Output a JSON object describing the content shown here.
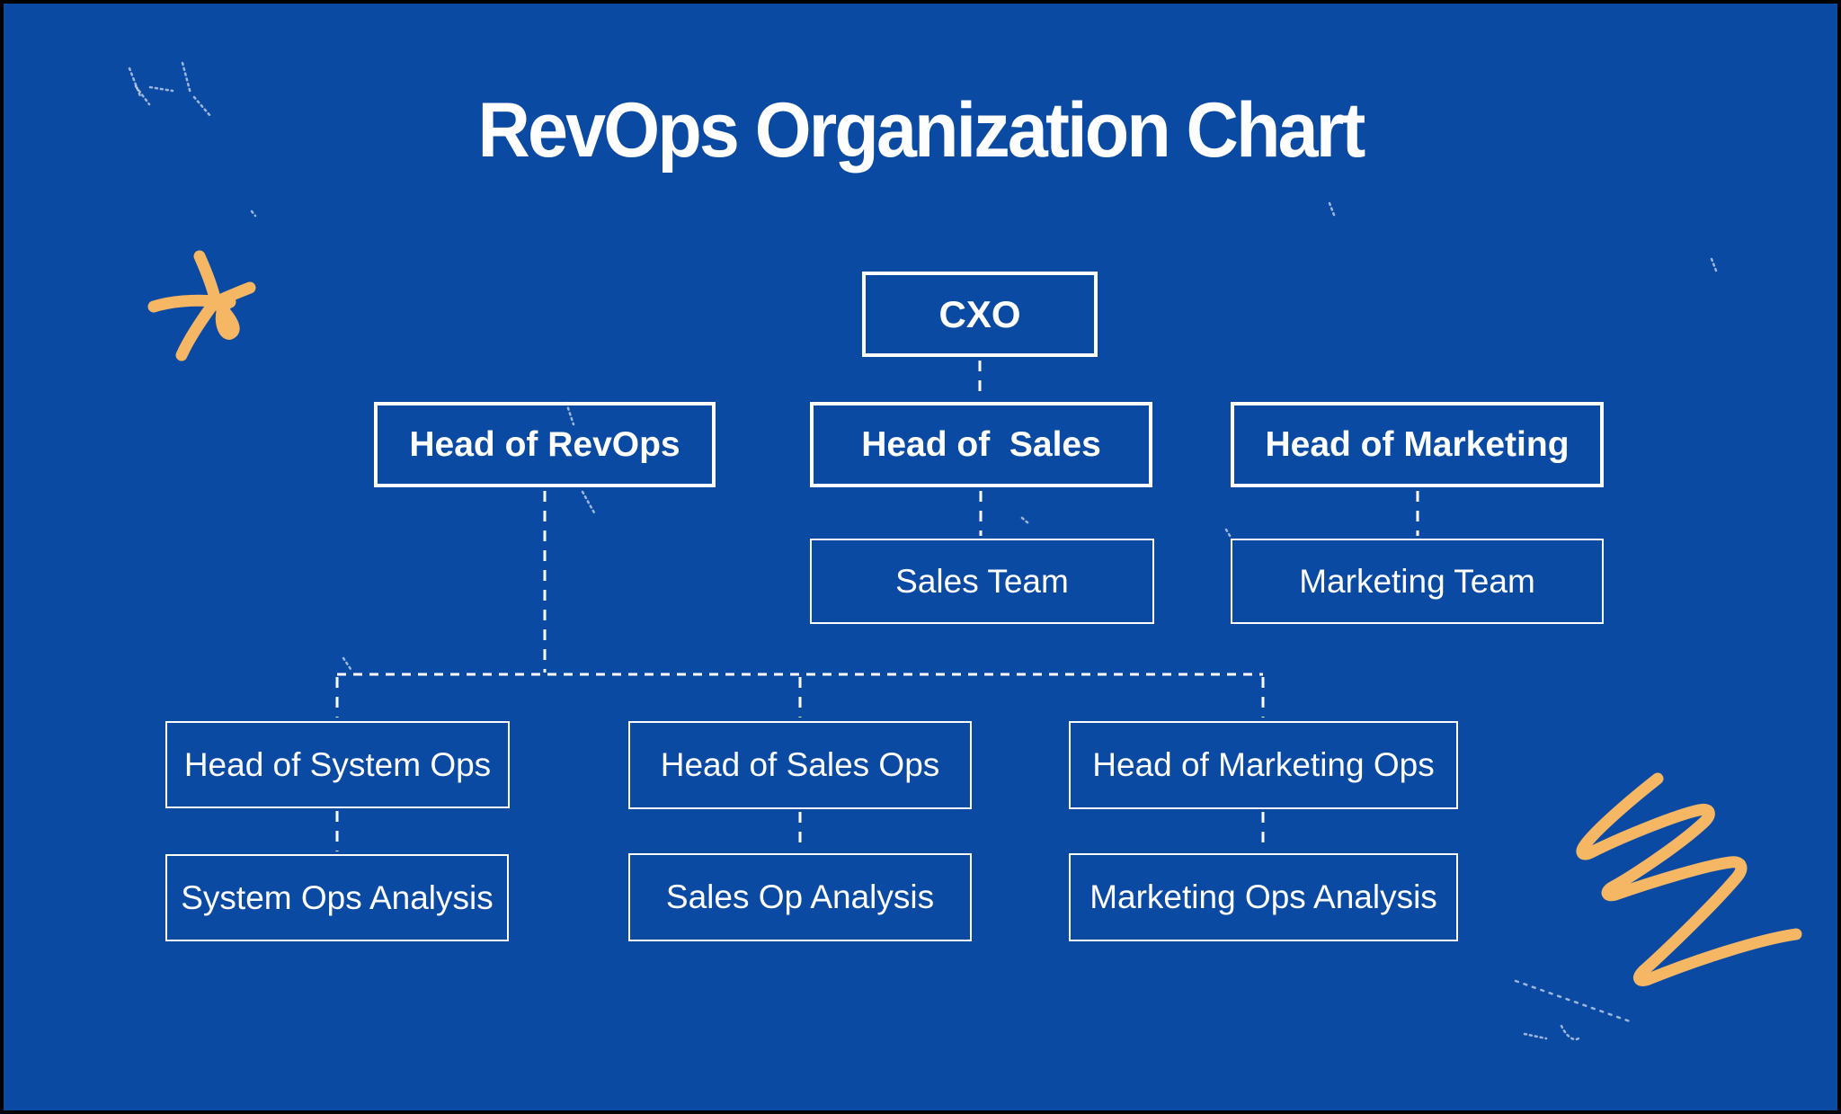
{
  "title": "RevOps Organization Chart",
  "colors": {
    "background": "#0b4aa3",
    "frame": "#000000",
    "box_border": "#ffffff",
    "text": "#ffffff",
    "doodle": "#f5b764"
  },
  "nodes": {
    "cxo": {
      "label": "CXO"
    },
    "head_revops": {
      "label": "Head of RevOps"
    },
    "head_sales": {
      "label": "Head of  Sales"
    },
    "head_marketing": {
      "label": "Head of Marketing"
    },
    "sales_team": {
      "label": "Sales Team"
    },
    "marketing_team": {
      "label": "Marketing Team"
    },
    "head_system_ops": {
      "label": "Head of System Ops"
    },
    "head_sales_ops": {
      "label": "Head of Sales Ops"
    },
    "head_marketing_ops": {
      "label": "Head of Marketing Ops"
    },
    "system_ops_analysis": {
      "label": "System Ops Analysis"
    },
    "sales_op_analysis": {
      "label": "Sales Op Analysis"
    },
    "marketing_ops_analysis": {
      "label": "Marketing Ops Analysis"
    }
  },
  "hierarchy_edges": [
    {
      "from": "CXO",
      "to": "Head of  Sales"
    },
    {
      "from": "Head of  Sales",
      "to": "Sales Team"
    },
    {
      "from": "Head of Marketing",
      "to": "Marketing Team"
    },
    {
      "from": "Head of RevOps",
      "to": "Head of System Ops"
    },
    {
      "from": "Head of RevOps",
      "to": "Head of Sales Ops"
    },
    {
      "from": "Head of RevOps",
      "to": "Head of Marketing Ops"
    },
    {
      "from": "Head of System Ops",
      "to": "System Ops Analysis"
    },
    {
      "from": "Head of Sales Ops",
      "to": "Sales Op Analysis"
    },
    {
      "from": "Head of Marketing Ops",
      "to": "Marketing Ops Analysis"
    }
  ],
  "decorations": [
    {
      "name": "star-scribble",
      "color": "#f5b764"
    },
    {
      "name": "zigzag-scribble",
      "color": "#f5b764"
    }
  ]
}
